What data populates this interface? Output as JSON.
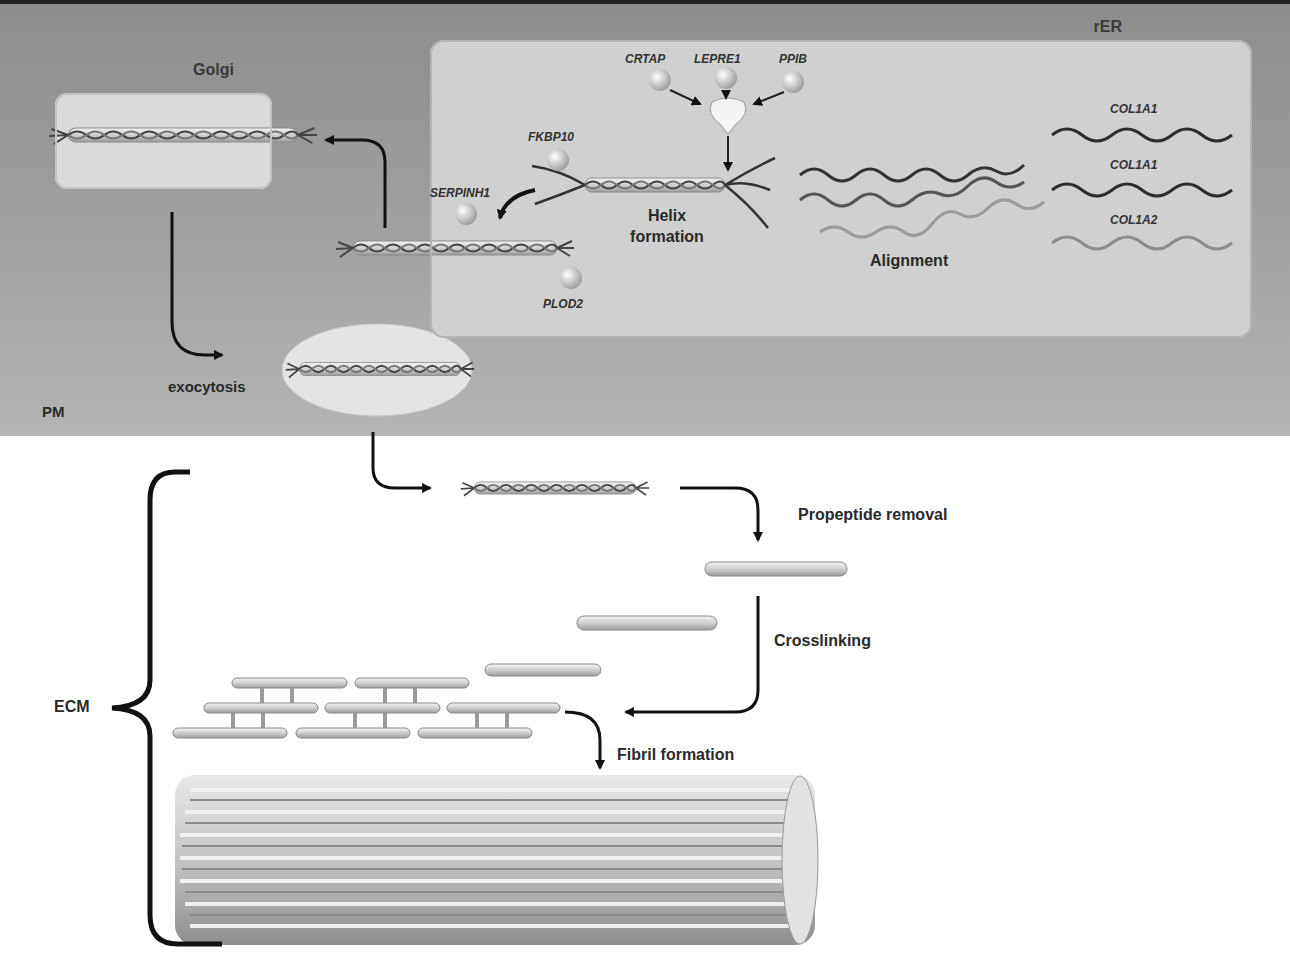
{
  "diagram": {
    "nodes": [
      {
        "text": [
          "rER"
        ]
      },
      {
        "text": [
          "Golgi"
        ]
      }
    ],
    "labels": [
      "CRTAP",
      "LEPRE1",
      "PPIB",
      "FKBP10",
      "SERPINH1",
      "Helix formation",
      "Alignment",
      "COL1A1",
      "COL1A1",
      "COL1A2",
      "PLOD2",
      "exocytosis",
      "PM",
      "Propeptide removal",
      "Crosslinking",
      "ECM",
      "Fibril formation"
    ]
  }
}
